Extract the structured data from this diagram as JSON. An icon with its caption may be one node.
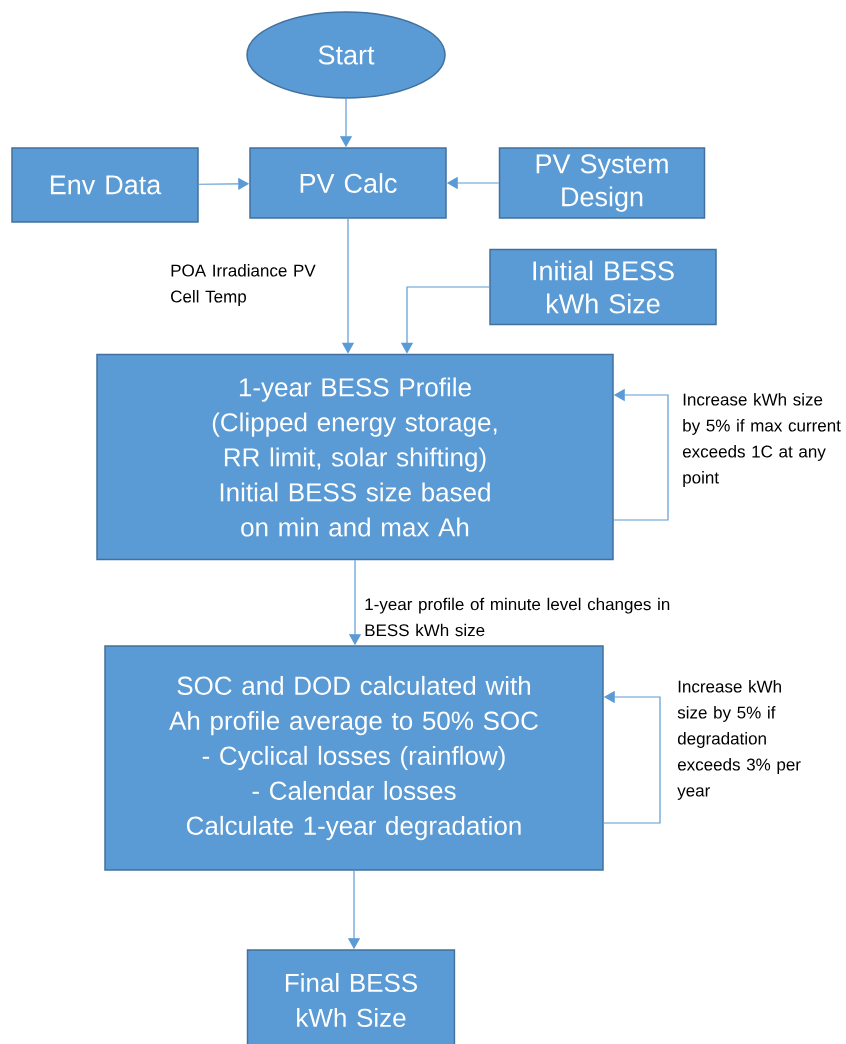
{
  "diagram": {
    "nodes": [
      {
        "text": [
          "Start"
        ]
      },
      {
        "text": [
          "Env Data"
        ]
      },
      {
        "text": [
          "PV Calc"
        ]
      },
      {
        "text": [
          "PV System Design"
        ]
      },
      {
        "text": [
          "Initial BESS kWh Size"
        ]
      },
      {
        "text": [
          "1-year BESS Profile",
          "(Clipped energy storage, RR limit, solar shifting)",
          "Initial BESS size based on min and max Ah"
        ]
      },
      {
        "text": [
          "SOC and DOD calculated with Ah profile average to 50% SOC",
          "-   Cyclical losses (rainflow)",
          "-   Calendar losses",
          "Calculate 1-year degradation"
        ]
      },
      {
        "text": [
          "Final BESS kWh Size"
        ]
      }
    ],
    "edges": [
      {
        "from": 0,
        "to": 2,
        "arrow": "to"
      },
      {
        "from": 1,
        "to": 2,
        "arrow": "to"
      },
      {
        "from": 3,
        "to": 2,
        "arrow": "to"
      },
      {
        "from": 2,
        "to": 5,
        "arrow": "to",
        "label": "POA Irradiance PV Cell Temp"
      },
      {
        "from": 4,
        "to": 5,
        "arrow": "to"
      },
      {
        "from": 5,
        "to": 5,
        "arrow": "to",
        "label": "Increase kWh size by 5% if max current exceeds 1C at any point"
      },
      {
        "from": 5,
        "to": 6,
        "arrow": "to",
        "label": "1-year profile of minute level changes in BESS kWh size"
      },
      {
        "from": 6,
        "to": 6,
        "arrow": "to",
        "label": "Increase kWh size by 5% if degradation exceeds 3% per year"
      },
      {
        "from": 6,
        "to": 7,
        "arrow": "to"
      }
    ]
  }
}
